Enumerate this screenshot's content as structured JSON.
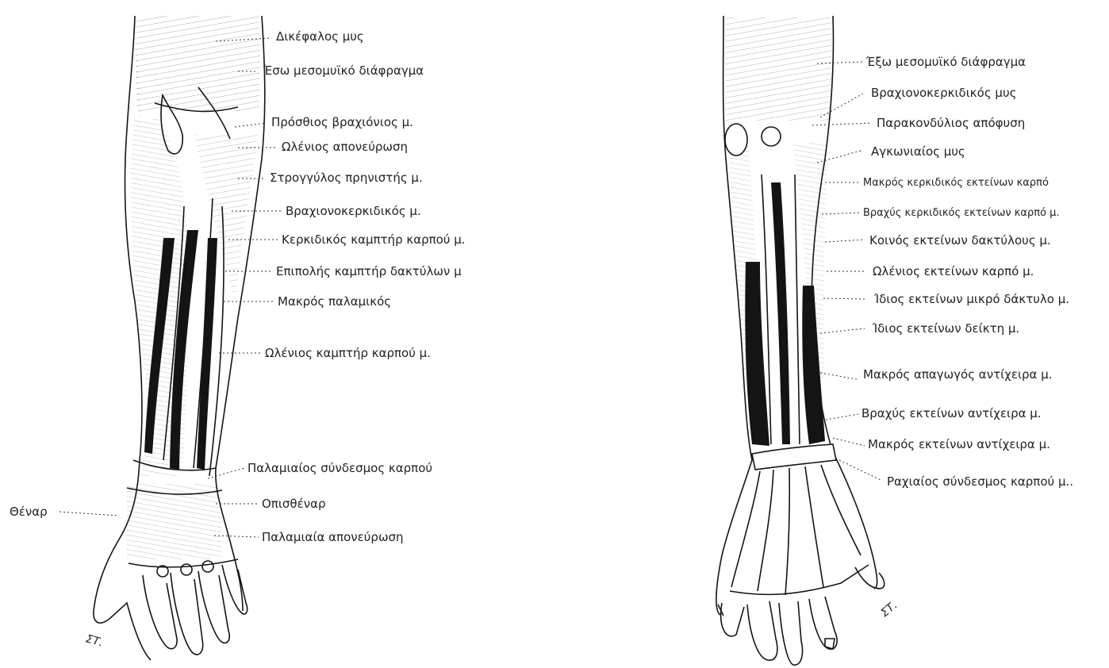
{
  "colors": {
    "ink": "#141414",
    "paper": "#ffffff"
  },
  "anterior": {
    "labels": [
      "Δικέφαλος μυς",
      "Έσω μεσομυϊκό διάφραγμα",
      "Πρόσθιος βραχιόνιος μ.",
      "Ωλένιος απονεύρωση",
      "Στρογγύλος πρηνιστής μ.",
      "Βραχιονοκερκιδικός μ.",
      "Κερκιδικός καμπτήρ καρπού μ.",
      "Επιπολής καμπτήρ δακτύλων μ",
      "Μακρός παλαμικός",
      "Ωλένιος καμπτήρ καρπού μ.",
      "Παλαμιαίος σύνδεσμος καρπού",
      "Οπισθέναρ",
      "Παλαμιαία απονεύρωση"
    ],
    "left_label": "Θέναρ",
    "signature": "ΣΤ."
  },
  "posterior": {
    "labels": [
      "Έξω μεσομυϊκό διάφραγμα",
      "Βραχιονοκερκιδικός μυς",
      "Παρακονδύλιος απόφυση",
      "Αγκωνιαίος μυς",
      "Μακρός κερκιδικός εκτείνων καρπό",
      "Βραχύς κερκιδικός εκτείνων καρπό μ.",
      "Κοινός εκτείνων δακτύλους μ.",
      "Ωλένιος εκτείνων καρπό μ.",
      "Ίδιος εκτείνων μικρό δάκτυλο μ.",
      "Ίδιος εκτείνων δείκτη μ.",
      "Μακρός απαγωγός αντίχειρα μ.",
      "Βραχύς εκτείνων αντίχειρα μ.",
      "Μακρός εκτείνων αντίχειρα μ.",
      "Ραχιαίος σύνδεσμος καρπού μ.."
    ],
    "signature": "ΣΤ."
  }
}
